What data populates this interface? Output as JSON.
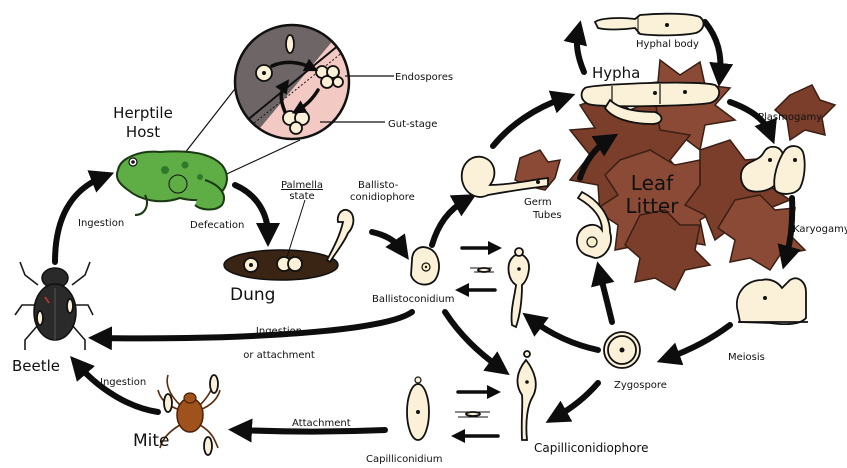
{
  "labels": {
    "herptile_host": [
      "Herptile",
      "Host"
    ],
    "endospores": "Endospores",
    "gut_stage": "Gut-stage",
    "defecation": "Defecation",
    "ingestion_top": "Ingestion",
    "palmella_state": [
      "Palmella",
      "state"
    ],
    "ballistoconidiophore": [
      "Ballisto-",
      "conidiophore"
    ],
    "dung": "Dung",
    "ballistoconidium": "Ballistoconidium",
    "germ_tubes": [
      "Germ",
      "Tubes"
    ],
    "hyphal_body": "Hyphal body",
    "hypha": "Hypha",
    "plasmogamy": "Plasmogamy",
    "leaf_litter": [
      "Leaf",
      "Litter"
    ],
    "karyogamy": "Karyogamy",
    "meiosis": "Meiosis",
    "zygospore": "Zygospore",
    "capilliconidiophore": "Capilliconidiophore",
    "capilliconidium": "Capilliconidium",
    "attachment": "Attachment",
    "mite": "Mite",
    "ingestion_mite": "Ingestion",
    "beetle": "Beetle",
    "ingestion_or_attachment": [
      "Ingestion",
      "or attachment"
    ]
  },
  "colors": {
    "frog": "#5fae45",
    "frog_spots": "#2f7a2a",
    "gut_circle_left": "#6e6566",
    "gut_circle_right": "#f3c9c3",
    "dung": "#3a2414",
    "leaf": "#8a4a35",
    "spore": "#fbf1d8",
    "beetle": "#2a2a2a",
    "mite": "#a0521d"
  }
}
